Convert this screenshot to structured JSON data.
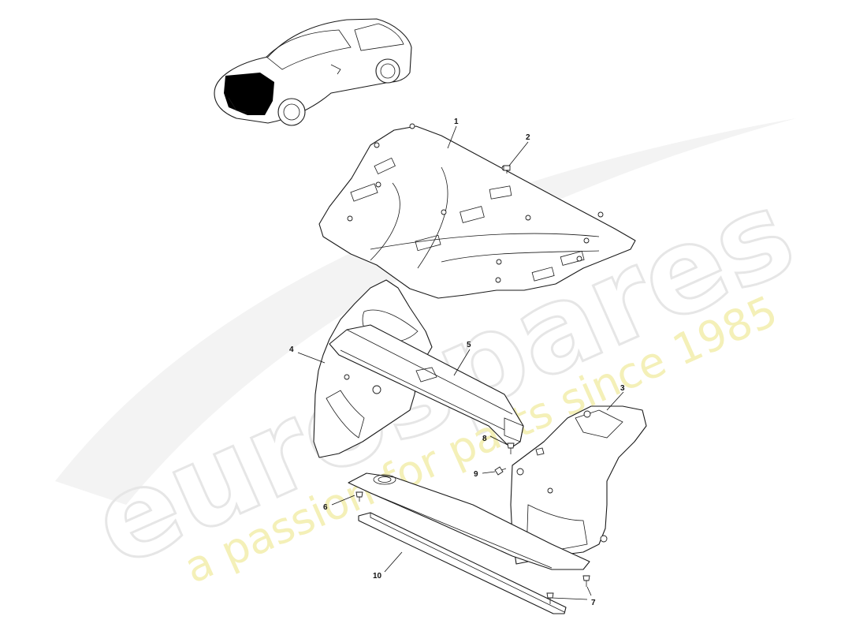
{
  "watermark": {
    "logo_text": "eurospares",
    "tagline": "a passion for parts since 1985"
  },
  "callouts": [
    {
      "id": "1",
      "text": "1"
    },
    {
      "id": "2",
      "text": "2"
    },
    {
      "id": "3",
      "text": "3"
    },
    {
      "id": "4",
      "text": "4"
    },
    {
      "id": "5",
      "text": "5"
    },
    {
      "id": "6",
      "text": "6"
    },
    {
      "id": "7",
      "text": "7"
    },
    {
      "id": "8",
      "text": "8"
    },
    {
      "id": "9",
      "text": "9"
    },
    {
      "id": "10",
      "text": "10"
    }
  ],
  "colors": {
    "line": "#1a1a1a",
    "watermark_logo": "#e6e6e6",
    "watermark_tag": "#f4f0b8",
    "highlight": "#000000"
  }
}
